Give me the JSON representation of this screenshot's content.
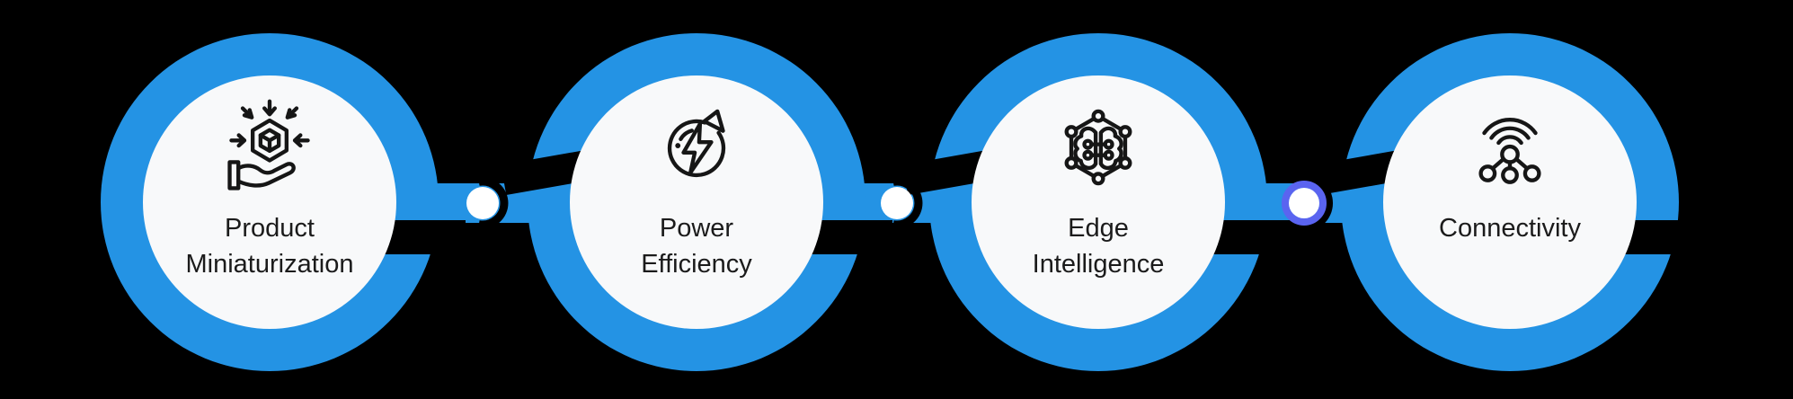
{
  "diagram": {
    "kind": "process-chain-infographic",
    "step_count": 4
  },
  "theme": {
    "bg": "#000000",
    "ring_blue": "#2493e4",
    "inner_fill": "#f8f9fa",
    "label_color": "#1b1b1b",
    "icon_stroke": "#161616",
    "dot_white": "#ffffff",
    "dot_purple": "#5a64f0",
    "crescent_black": "#000000"
  },
  "steps": [
    {
      "name": "product-miniaturization",
      "icon": "hand-holding-box-icon",
      "label_lines": [
        "Product",
        "Miniaturization"
      ]
    },
    {
      "name": "power-efficiency",
      "icon": "power-cycle-bolt-icon",
      "label_lines": [
        "Power",
        "Efficiency"
      ]
    },
    {
      "name": "edge-intelligence",
      "icon": "brain-hexagon-icon",
      "label_lines": [
        "Edge",
        "Intelligence"
      ]
    },
    {
      "name": "connectivity",
      "icon": "connectivity-network-icon",
      "label_lines": [
        "Connectivity"
      ]
    }
  ],
  "connectors": [
    {
      "dot": "white"
    },
    {
      "dot": "white"
    },
    {
      "dot": "purple-ring"
    }
  ]
}
